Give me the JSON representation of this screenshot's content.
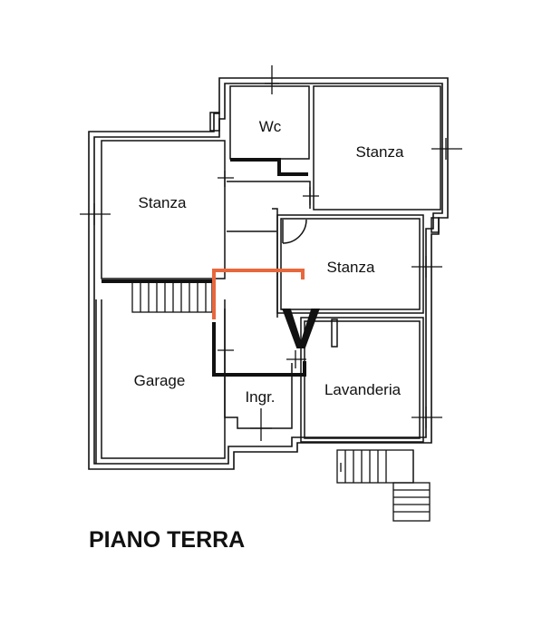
{
  "floor_title": "PIANO TERRA",
  "rooms": {
    "wc": "Wc",
    "stanza_top_right": "Stanza",
    "stanza_left": "Stanza",
    "stanza_mid_right": "Stanza",
    "garage": "Garage",
    "ingresso": "Ingr.",
    "lavanderia": "Lavanderia"
  },
  "view_mark": "V",
  "colors": {
    "wall": "#111111",
    "highlight": "#e8673c",
    "background": "#ffffff"
  }
}
